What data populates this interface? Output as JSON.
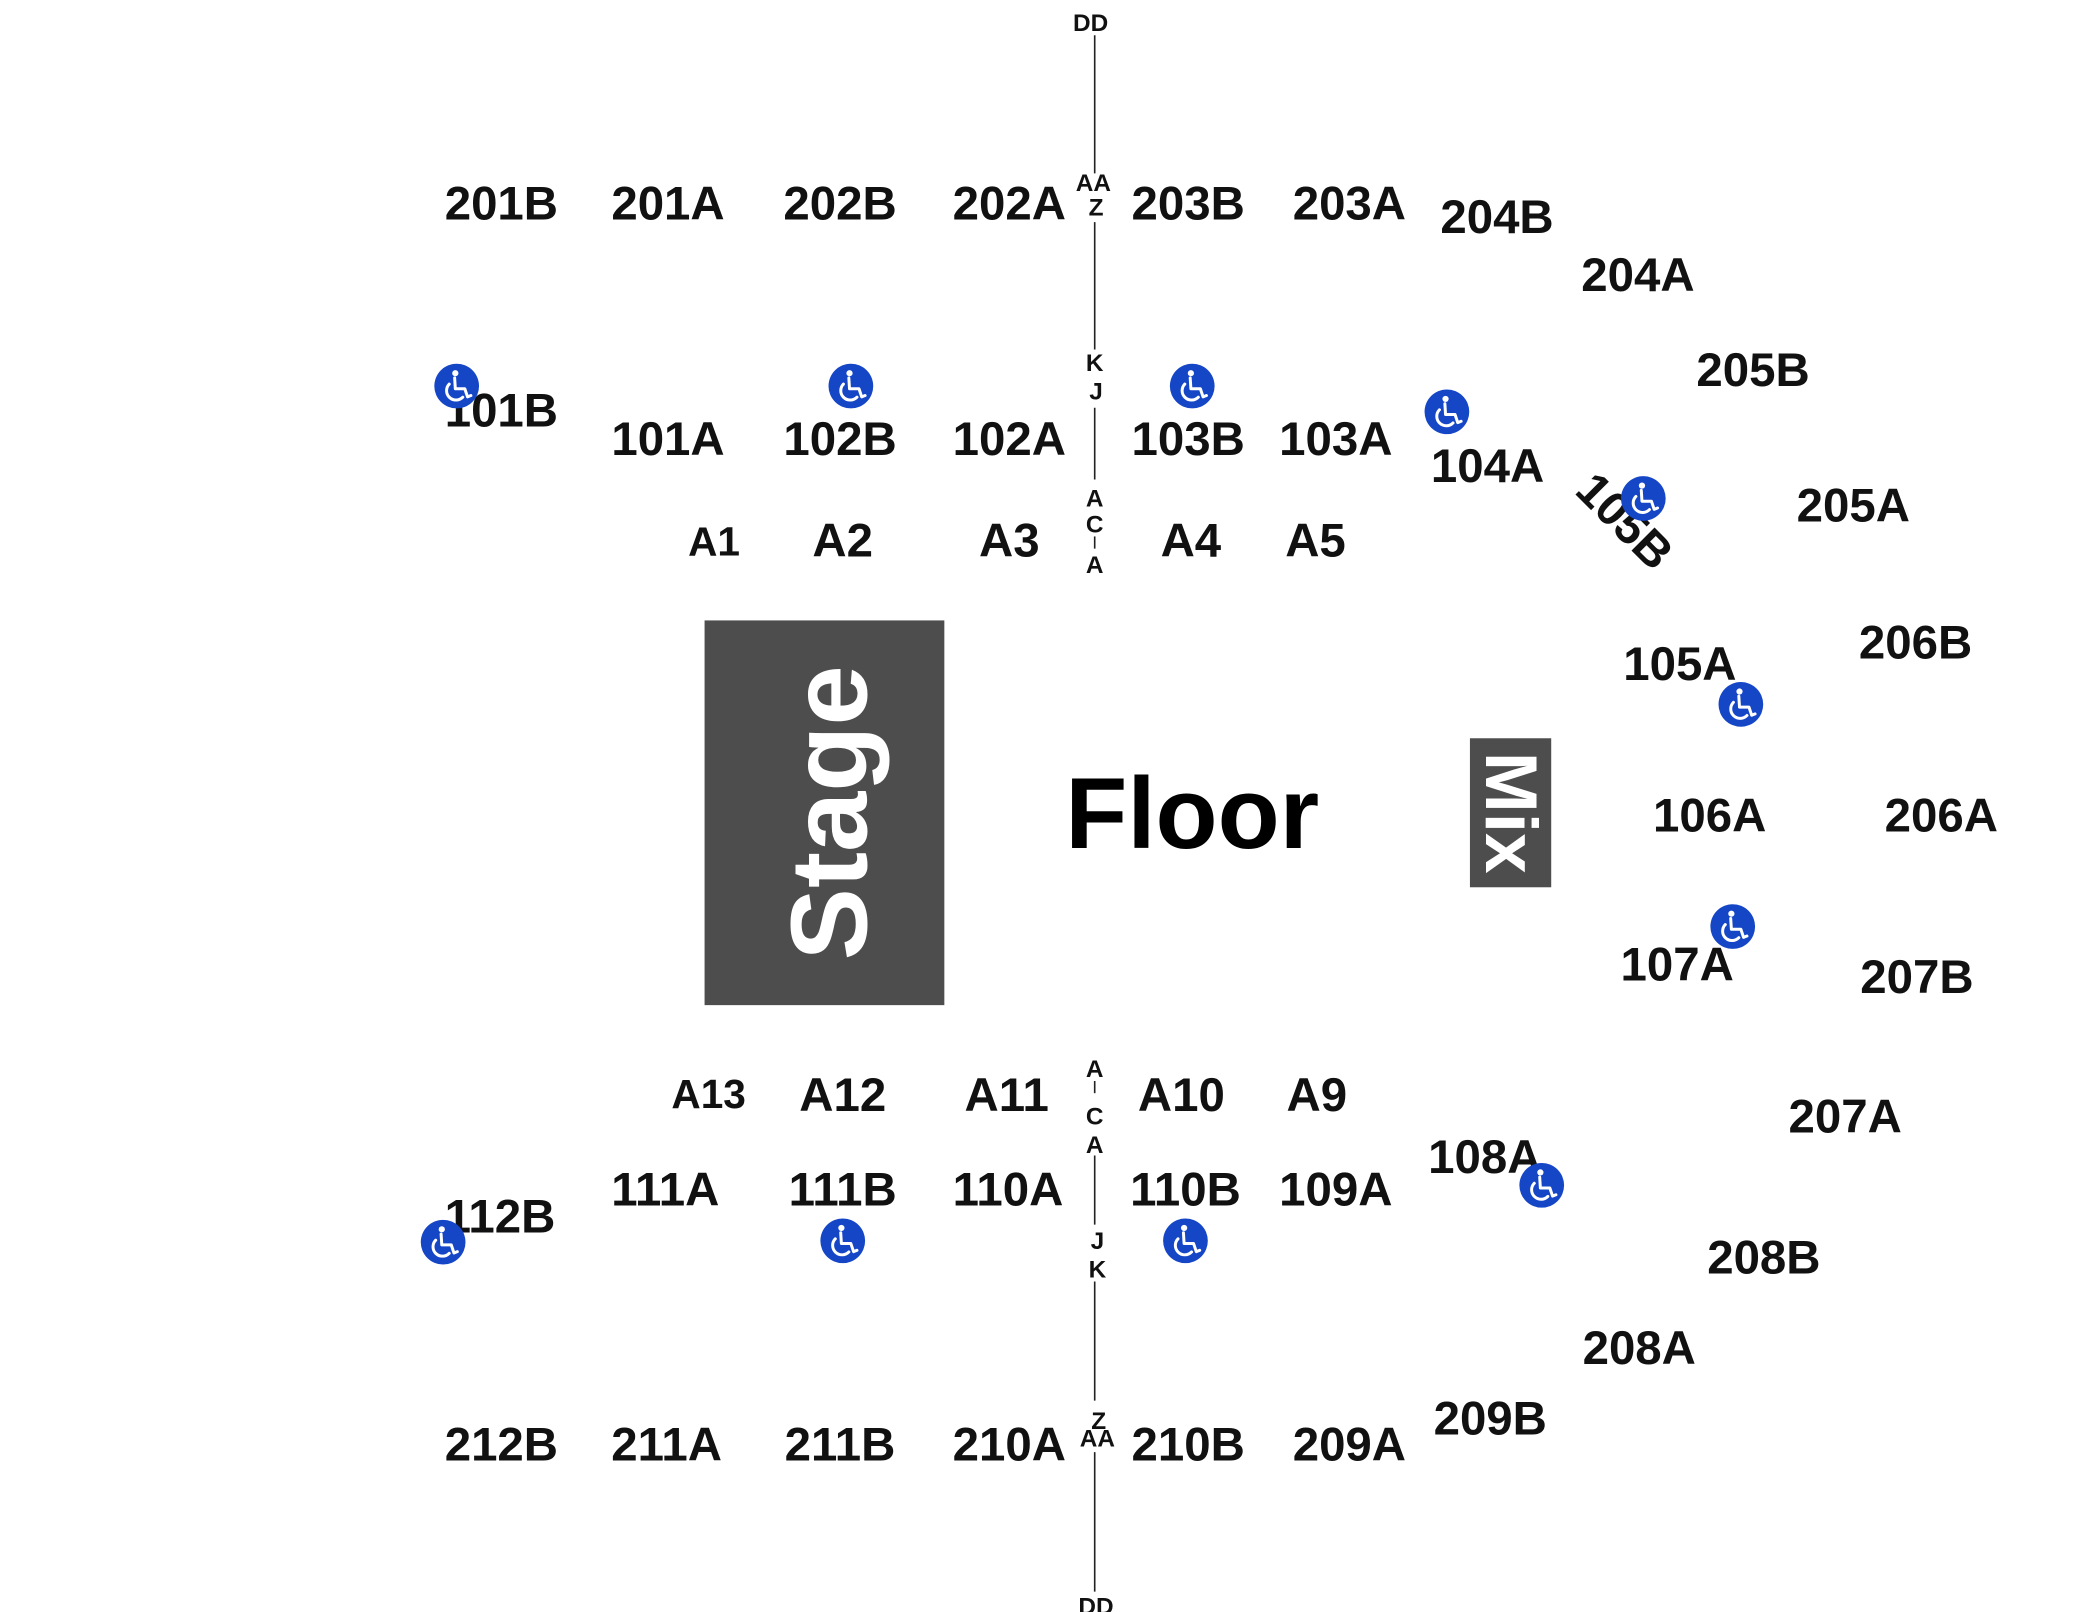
{
  "venue": {
    "stage": "Stage",
    "floor": "Floor",
    "mix": "Mix"
  },
  "colors": {
    "block": "#4d4d4d",
    "accessible": "#1546c6",
    "text": "#111111",
    "background": "#ffffff"
  },
  "icons": {
    "accessible": "wheelchair-icon"
  },
  "upper_sections": {
    "top": [
      "201B",
      "201A",
      "202B",
      "202A",
      "203B",
      "203A",
      "204B",
      "204A",
      "205B",
      "205A"
    ],
    "right": [
      "206B",
      "206A",
      "207B",
      "207A"
    ],
    "bottom": [
      "208B",
      "208A",
      "209B",
      "209A",
      "210B",
      "210A",
      "211B",
      "211A",
      "212B"
    ]
  },
  "lower_sections": {
    "top": [
      "101B",
      "101A",
      "102B",
      "102A",
      "103B",
      "103A",
      "104A",
      "105B"
    ],
    "right": [
      "105A",
      "106A",
      "107A"
    ],
    "bottom": [
      "108A",
      "109A",
      "110B",
      "110A",
      "111B",
      "111A",
      "112B"
    ]
  },
  "floor_sections": {
    "top": [
      "A1",
      "A2",
      "A3",
      "A4",
      "A5"
    ],
    "bottom": [
      "A13",
      "A12",
      "A11",
      "A10",
      "A9"
    ]
  },
  "row_markers": {
    "top": [
      "DD",
      "AA",
      "Z",
      "K",
      "J",
      "A",
      "C",
      "A"
    ],
    "bottom": [
      "A",
      "C",
      "A",
      "J",
      "K",
      "Z",
      "AA",
      "DD"
    ]
  }
}
